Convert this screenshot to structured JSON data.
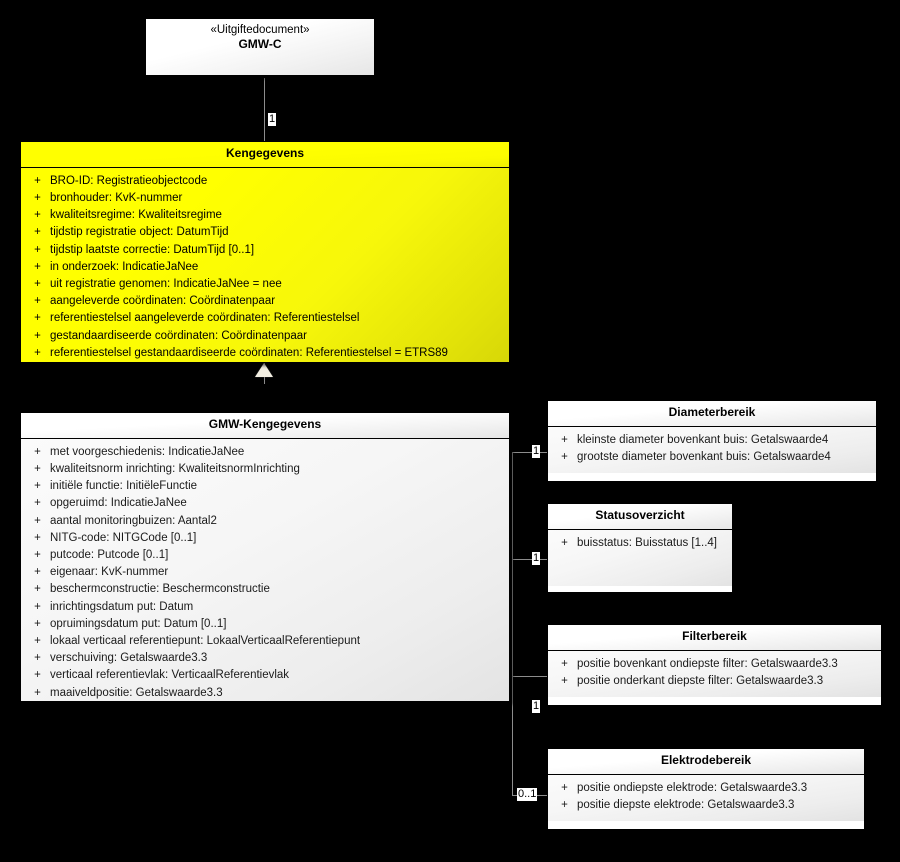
{
  "diagram": {
    "title": "GMW-C Kengegevens UML class diagram",
    "background_color": "#000000",
    "highlight_color": "#ffff00"
  },
  "classes": {
    "gmw_c": {
      "stereotype": "«Uitgiftedocument»",
      "name": "GMW-C",
      "attributes": []
    },
    "kengegevens": {
      "name": "Kengegevens",
      "attributes": [
        {
          "vis": "+",
          "sig": "BRO-ID: Registratieobjectcode"
        },
        {
          "vis": "+",
          "sig": "bronhouder: KvK-nummer"
        },
        {
          "vis": "+",
          "sig": "kwaliteitsregime: Kwaliteitsregime"
        },
        {
          "vis": "+",
          "sig": "tijdstip registratie object: DatumTijd"
        },
        {
          "vis": "+",
          "sig": "tijdstip laatste correctie: DatumTijd [0..1]"
        },
        {
          "vis": "+",
          "sig": "in onderzoek: IndicatieJaNee"
        },
        {
          "vis": "+",
          "sig": "uit registratie genomen: IndicatieJaNee = nee"
        },
        {
          "vis": "+",
          "sig": "aangeleverde coördinaten: Coördinatenpaar"
        },
        {
          "vis": "+",
          "sig": "referentiestelsel aangeleverde coördinaten: Referentiestelsel"
        },
        {
          "vis": "+",
          "sig": "gestandaardiseerde coördinaten: Coördinatenpaar"
        },
        {
          "vis": "+",
          "sig": "referentiestelsel gestandaardiseerde coördinaten: Referentiestelsel = ETRS89"
        }
      ]
    },
    "gmw_kengegevens": {
      "name": "GMW-Kengegevens",
      "attributes": [
        {
          "vis": "+",
          "sig": "met voorgeschiedenis: IndicatieJaNee"
        },
        {
          "vis": "+",
          "sig": "kwaliteitsnorm inrichting: KwaliteitsnormInrichting"
        },
        {
          "vis": "+",
          "sig": "initiële functie: InitiëleFunctie"
        },
        {
          "vis": "+",
          "sig": "opgeruimd: IndicatieJaNee"
        },
        {
          "vis": "+",
          "sig": "aantal monitoringbuizen: Aantal2"
        },
        {
          "vis": "+",
          "sig": "NITG-code: NITGCode [0..1]"
        },
        {
          "vis": "+",
          "sig": "putcode: Putcode [0..1]"
        },
        {
          "vis": "+",
          "sig": "eigenaar: KvK-nummer"
        },
        {
          "vis": "+",
          "sig": "beschermconstructie: Beschermconstructie"
        },
        {
          "vis": "+",
          "sig": "inrichtingsdatum put: Datum"
        },
        {
          "vis": "+",
          "sig": "opruimingsdatum put: Datum [0..1]"
        },
        {
          "vis": "+",
          "sig": "lokaal verticaal referentiepunt: LokaalVerticaalReferentiepunt"
        },
        {
          "vis": "+",
          "sig": "verschuiving: Getalswaarde3.3"
        },
        {
          "vis": "+",
          "sig": "verticaal referentievlak: VerticaalReferentievlak"
        },
        {
          "vis": "+",
          "sig": "maaiveldpositie: Getalswaarde3.3"
        }
      ]
    },
    "diameterbereik": {
      "name": "Diameterbereik",
      "attributes": [
        {
          "vis": "+",
          "sig": "kleinste diameter bovenkant buis: Getalswaarde4"
        },
        {
          "vis": "+",
          "sig": "grootste diameter bovenkant buis: Getalswaarde4"
        }
      ]
    },
    "statusoverzicht": {
      "name": "Statusoverzicht",
      "attributes": [
        {
          "vis": "+",
          "sig": "buisstatus: Buisstatus [1..4]"
        }
      ]
    },
    "filterbereik": {
      "name": "Filterbereik",
      "attributes": [
        {
          "vis": "+",
          "sig": "positie bovenkant ondiepste filter: Getalswaarde3.3"
        },
        {
          "vis": "+",
          "sig": "positie onderkant diepste filter: Getalswaarde3.3"
        }
      ]
    },
    "elektrodebereik": {
      "name": "Elektrodebereik",
      "attributes": [
        {
          "vis": "+",
          "sig": "positie ondiepste elektrode: Getalswaarde3.3"
        },
        {
          "vis": "+",
          "sig": "positie diepste elektrode: Getalswaarde3.3"
        }
      ]
    }
  },
  "multiplicities": {
    "gmwc_to_kengegevens": "1",
    "to_diameterbereik": "1",
    "to_statusoverzicht": "1",
    "to_filterbereik": "1",
    "to_elektrodebereik": "0..1"
  }
}
